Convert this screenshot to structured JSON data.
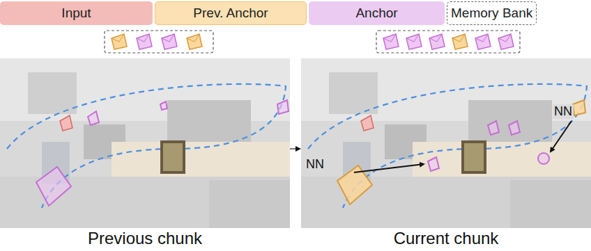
{
  "diagram": {
    "labels": [
      "NN",
      "NN",
      "Previous chunk",
      "Current chunk"
    ],
    "legend": [
      {
        "text": "Input",
        "color": "#f3bcb8"
      },
      {
        "text": "Prev. Anchor",
        "color": "#fbe1b3"
      },
      {
        "text": "Anchor",
        "color": "#eccbf2"
      },
      {
        "text": "Memory Bank"
      }
    ]
  }
}
